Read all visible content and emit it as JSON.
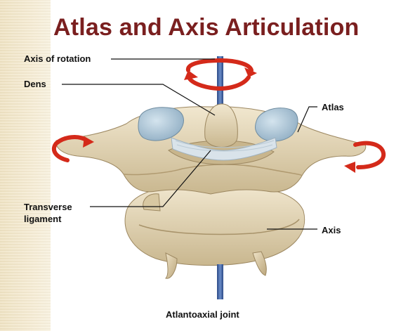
{
  "title": "Atlas and Axis Articulation",
  "labels": {
    "axis_of_rotation": "Axis of rotation",
    "dens": "Dens",
    "atlas": "Atlas",
    "transverse_ligament_line1": "Transverse",
    "transverse_ligament_line2": "ligament",
    "axis": "Axis",
    "atlantoaxial_joint": "Atlantoaxial joint"
  },
  "colors": {
    "title": "#7a1f1f",
    "rotation_arrow": "#d42a1a",
    "rotation_axis": "#3a5a9a",
    "bone": "#e8dcc0",
    "cartilage": "#a9c4d6"
  }
}
